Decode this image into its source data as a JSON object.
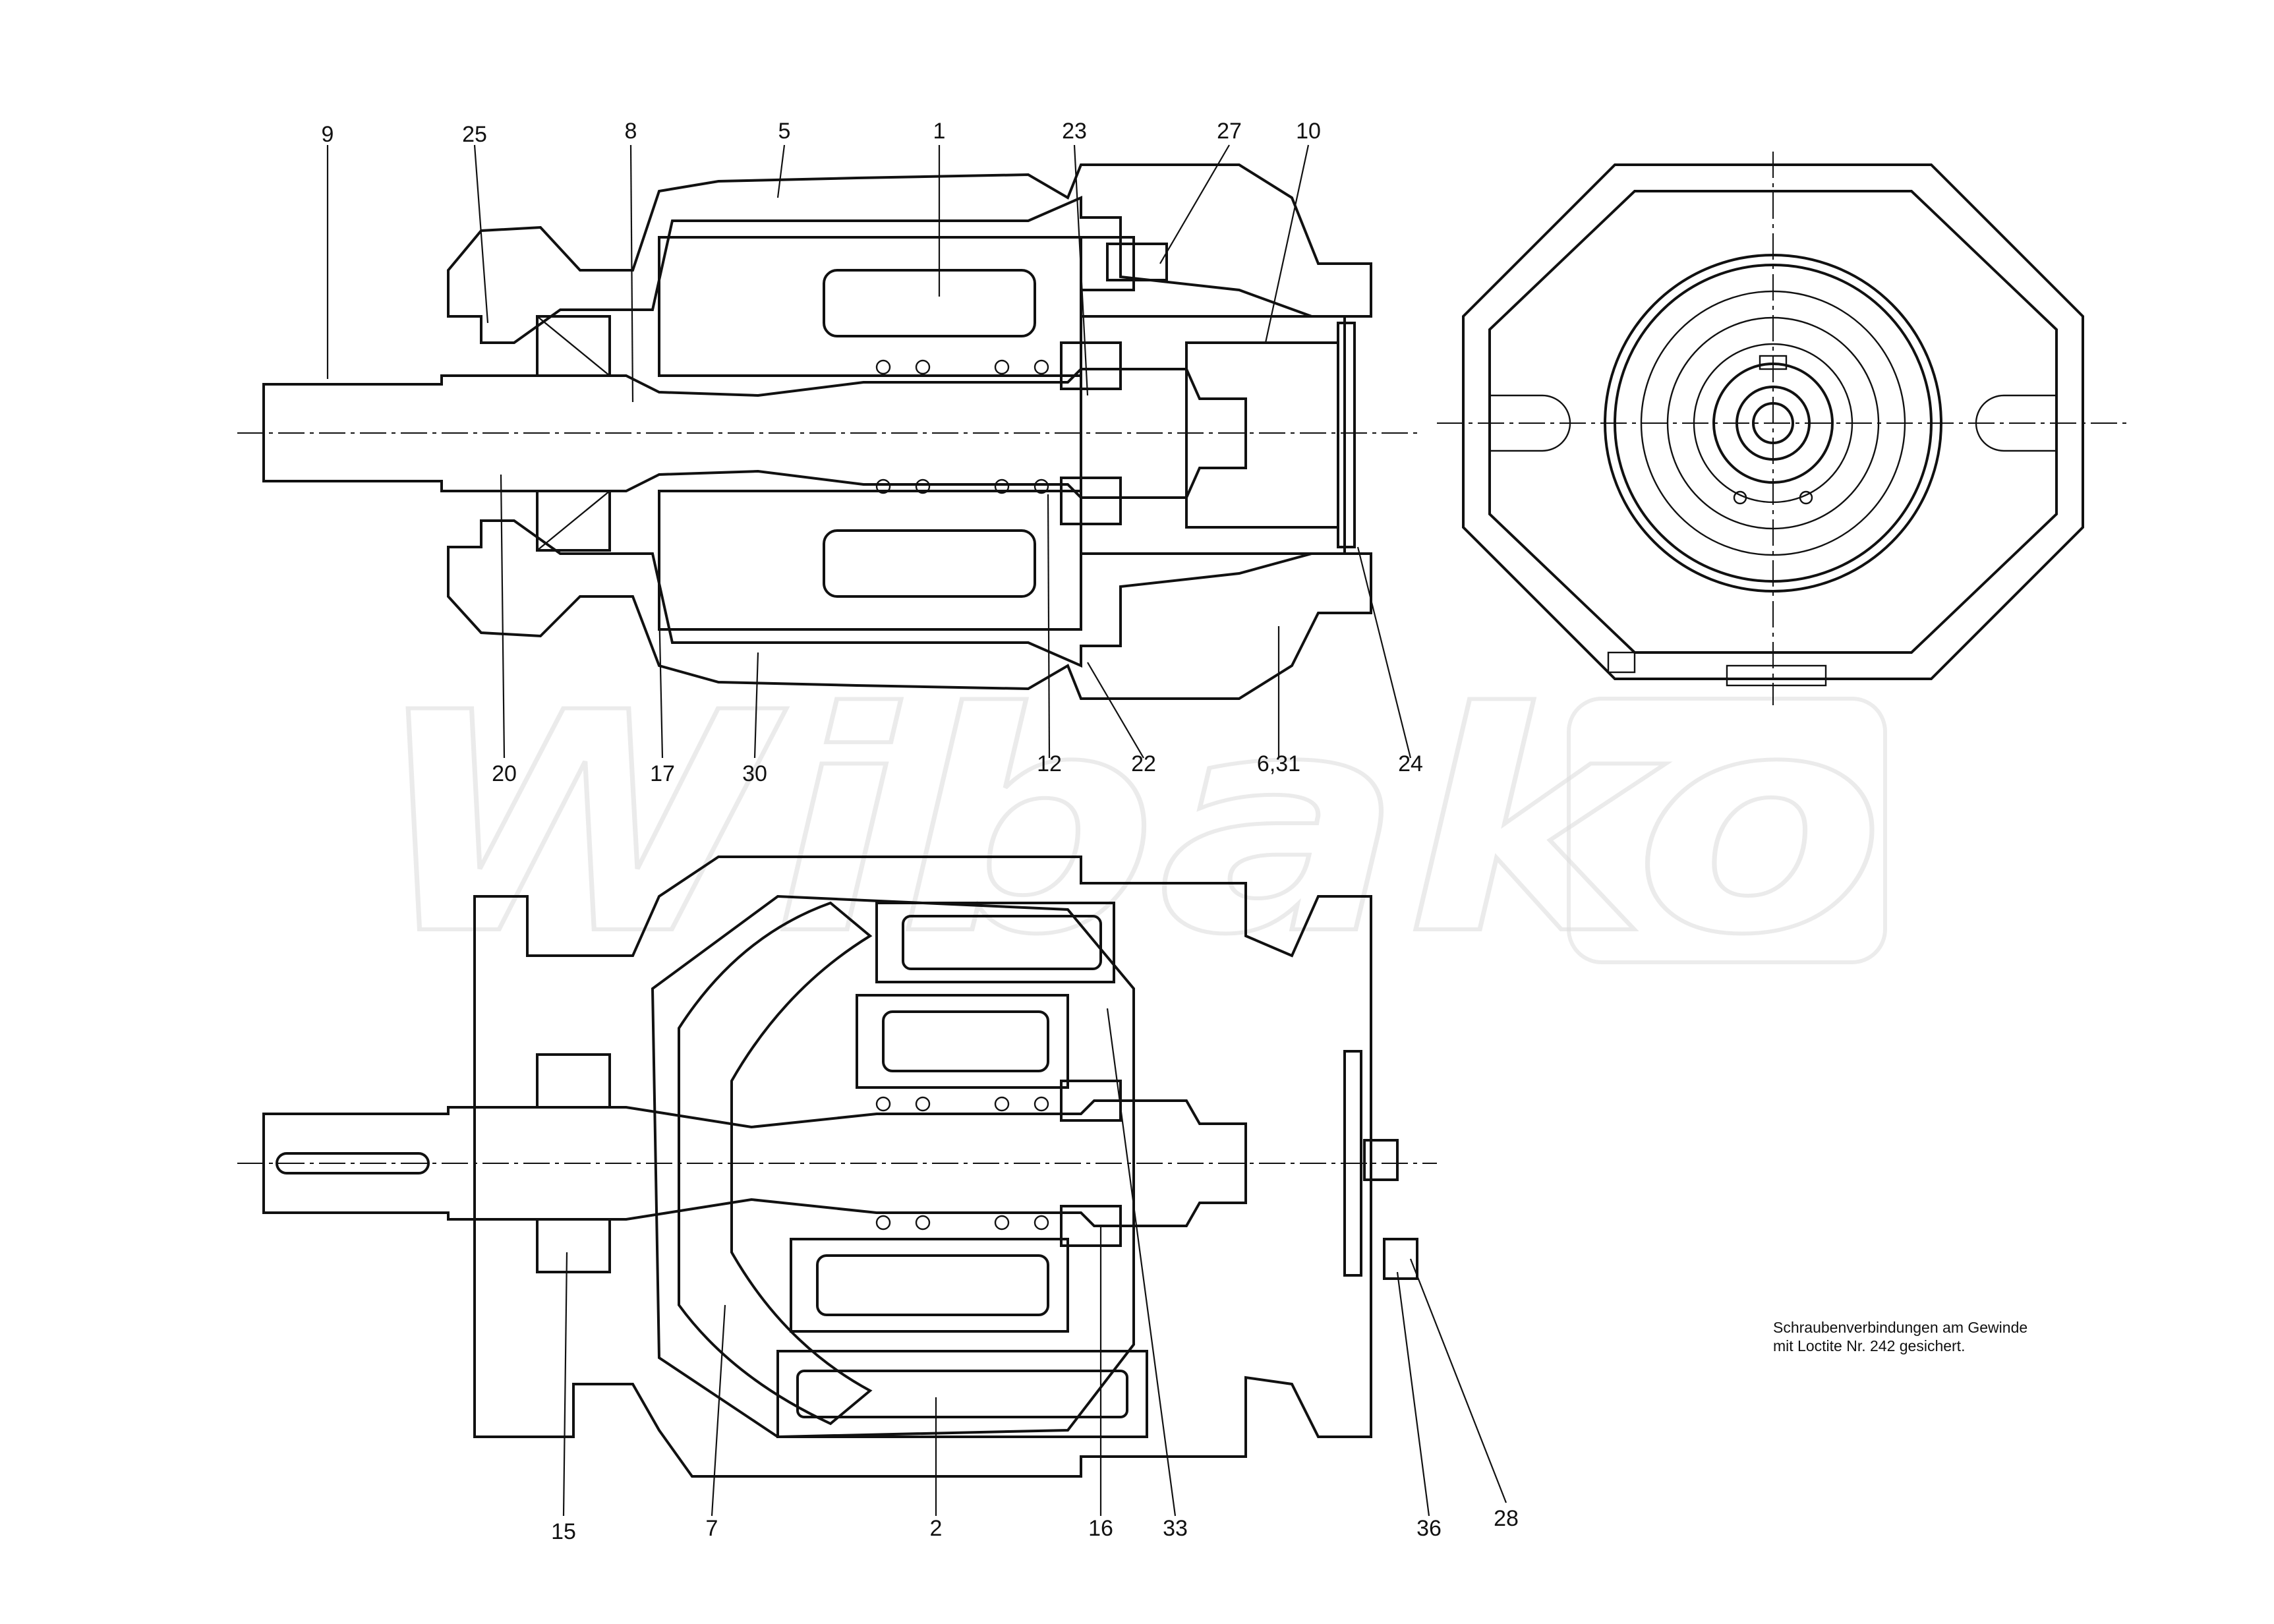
{
  "watermark": "Wibako",
  "note": {
    "line1": "Schraubenverbindungen am Gewinde",
    "line2": "mit Loctite Nr. 242 gesichert."
  },
  "callouts": {
    "c9": "9",
    "c25": "25",
    "c8": "8",
    "c5": "5",
    "c1": "1",
    "c23": "23",
    "c27": "27",
    "c10": "10",
    "c20": "20",
    "c17": "17",
    "c30": "30",
    "c12": "12",
    "c22": "22",
    "c6_31": "6,31",
    "c24": "24",
    "c15": "15",
    "c7": "7",
    "c2": "2",
    "c16": "16",
    "c33": "33",
    "c36": "36",
    "c28": "28"
  }
}
